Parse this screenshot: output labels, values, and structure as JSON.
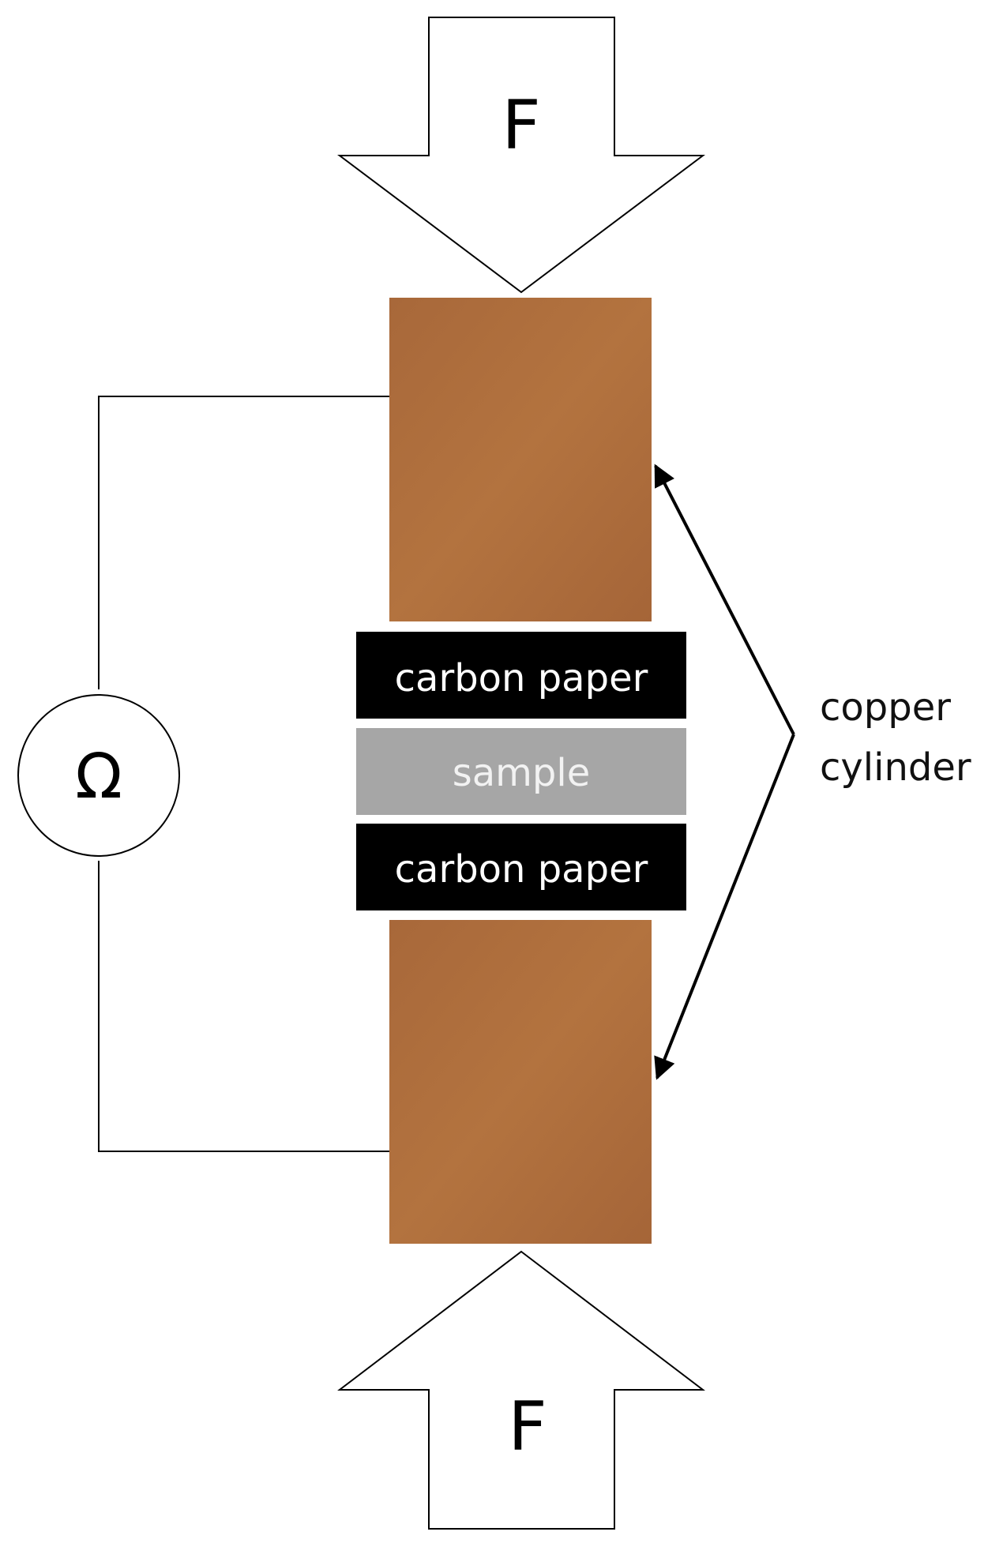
{
  "force_label_top": "F",
  "force_label_bottom": "F",
  "layers": {
    "top_carbon_paper": "carbon paper",
    "sample": "sample",
    "bottom_carbon_paper": "carbon paper"
  },
  "ohmmeter_symbol": "Ω",
  "copper_label": {
    "line1": "copper",
    "line2": "cylinder"
  },
  "colors": {
    "copper": "#a8683a",
    "copper_light": "#b3733f",
    "carbon_paper": "#000000",
    "sample": "#a6a6a6",
    "carbon_text": "#ffffff",
    "sample_text": "#f2f2f2"
  }
}
